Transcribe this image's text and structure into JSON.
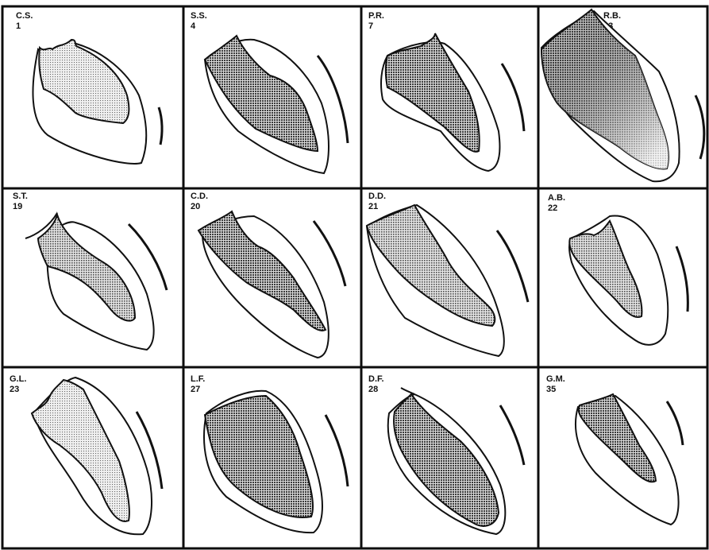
{
  "figure": {
    "panels": [
      {
        "initials": "C.S.",
        "number": "1",
        "shading": "light"
      },
      {
        "initials": "S.S.",
        "number": "4",
        "shading": "dark"
      },
      {
        "initials": "P.R.",
        "number": "7",
        "shading": "dark"
      },
      {
        "initials": "R.B.",
        "number": "13",
        "shading": "gradient"
      },
      {
        "initials": "S.T.",
        "number": "19",
        "shading": "medium"
      },
      {
        "initials": "C.D.",
        "number": "20",
        "shading": "dark"
      },
      {
        "initials": "D.D.",
        "number": "21",
        "shading": "medium"
      },
      {
        "initials": "A.B.",
        "number": "22",
        "shading": "medium"
      },
      {
        "initials": "G.L.",
        "number": "23",
        "shading": "light"
      },
      {
        "initials": "L.F.",
        "number": "27",
        "shading": "dark"
      },
      {
        "initials": "D.F.",
        "number": "28",
        "shading": "dark"
      },
      {
        "initials": "G.M.",
        "number": "35",
        "shading": "dark"
      }
    ],
    "colors": {
      "stroke": "#111111",
      "grid_line": "#0d0d0d",
      "dark_fill": "#555555",
      "medium_fill": "#7a7a7a",
      "light_fill": "#a8a8a8"
    }
  }
}
